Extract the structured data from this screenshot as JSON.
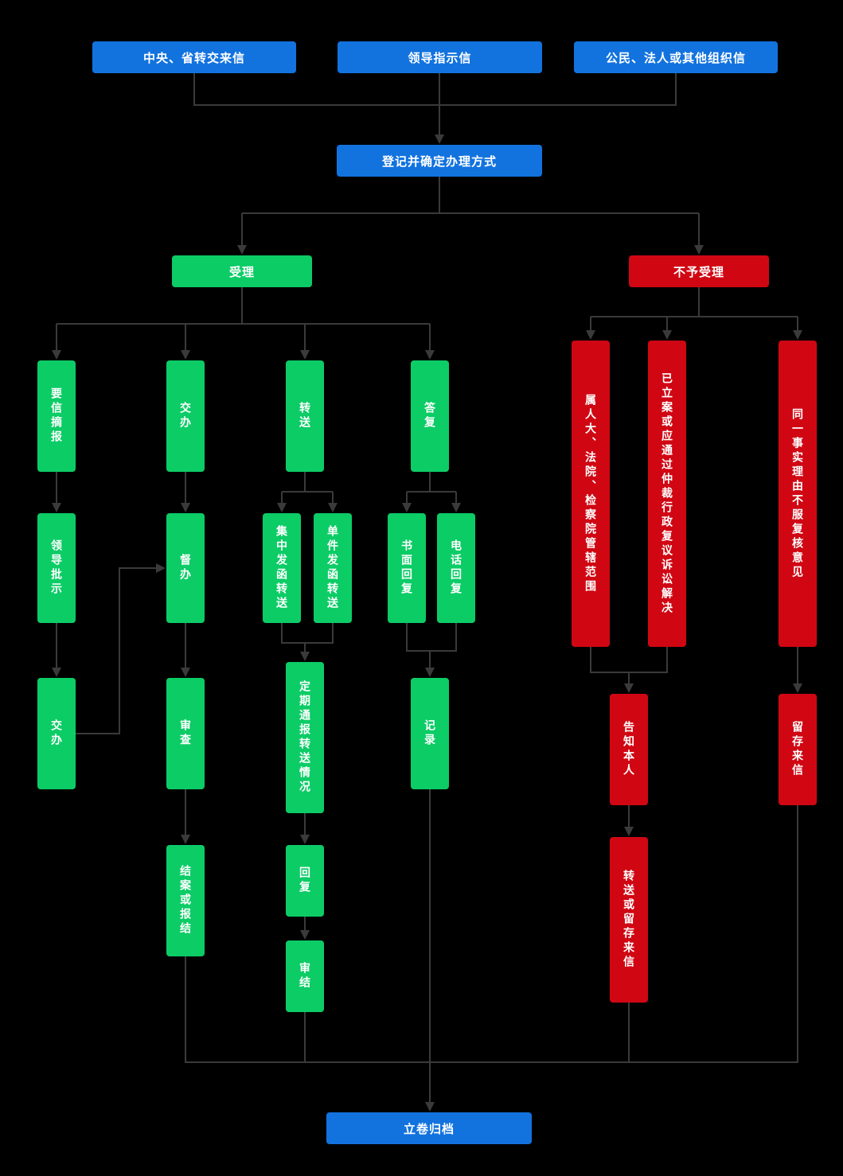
{
  "diagram": {
    "colors": {
      "background": "#000000",
      "blue": "#1273df",
      "green": "#0ccc66",
      "red": "#d00713",
      "line": "#3a3a3a",
      "text": "#ffffff"
    },
    "nodes": {
      "source_central": {
        "label": "中央、省转交来信"
      },
      "source_leader": {
        "label": "领导指示信"
      },
      "source_citizen": {
        "label": "公民、法人或其他组织信"
      },
      "register": {
        "label": "登记并确定办理方式"
      },
      "accept": {
        "label": "受理"
      },
      "reject": {
        "label": "不予受理"
      },
      "letter_abstract": {
        "label": "要信摘报"
      },
      "assign": {
        "label": "交办"
      },
      "transfer": {
        "label": "转送"
      },
      "reply": {
        "label": "答复"
      },
      "leader_note": {
        "label": "领导批示"
      },
      "supervise": {
        "label": "督办"
      },
      "batch_letter_transfer": {
        "label": "集中发函转送"
      },
      "single_letter_transfer": {
        "label": "单件发函转送"
      },
      "written_reply": {
        "label": "书面回复"
      },
      "phone_reply": {
        "label": "电话回复"
      },
      "assign_again": {
        "label": "交办"
      },
      "review": {
        "label": "审查"
      },
      "periodic_report": {
        "label": "定期通报转送情况"
      },
      "record": {
        "label": "记录"
      },
      "close_or_report": {
        "label": "结案或报结"
      },
      "reply_back": {
        "label": "回复"
      },
      "review_close": {
        "label": "审结"
      },
      "npc_court_scope": {
        "label": "属人大、法院、检察院管辖范围"
      },
      "filed_or_arbitration": {
        "label": "已立案或应通过仲裁行政复议诉讼解决"
      },
      "same_fact_no_accept": {
        "label": "同一事实理由不服复核意见"
      },
      "notify_person": {
        "label": "告知本人"
      },
      "transfer_or_keep": {
        "label": "转送或留存来信"
      },
      "keep_letter": {
        "label": "留存来信"
      },
      "archive": {
        "label": "立卷归档"
      }
    }
  }
}
